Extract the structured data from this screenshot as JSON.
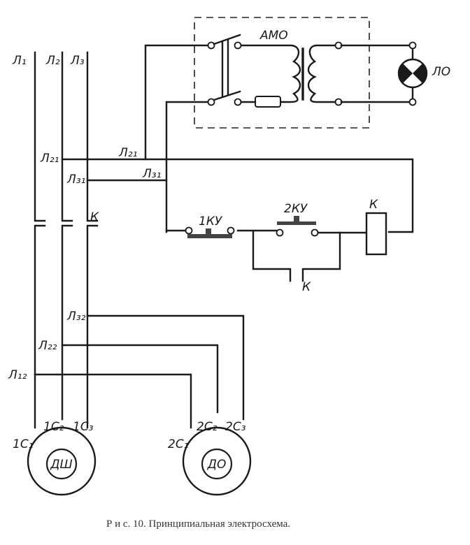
{
  "figure": {
    "caption": "Р и с.  10.  Принципиальная электросхема.",
    "labels": {
      "L1": "Л₁",
      "L2": "Л₂",
      "L3": "Л₃",
      "L21_left": "Л₂₁",
      "L21_right": "Л₂₁",
      "L31_left": "Л₃₁",
      "L31_right": "Л₃₁",
      "L32": "Л₃₂",
      "L22": "Л₂₂",
      "L12": "Л₁₂",
      "K_line": "К",
      "AMO": "АМО",
      "LO": "ЛО",
      "KU1": "1КУ",
      "KU2": "2КУ",
      "K_coil": "К",
      "K_contact": "К",
      "C1_1": "1С₁",
      "C1_2": "1С₂",
      "C1_3": "1С₃",
      "C2_1": "2С₁",
      "C2_2": "2С₂",
      "C2_3": "2С₃",
      "motor1": "ДШ",
      "motor2": "ДО"
    }
  }
}
